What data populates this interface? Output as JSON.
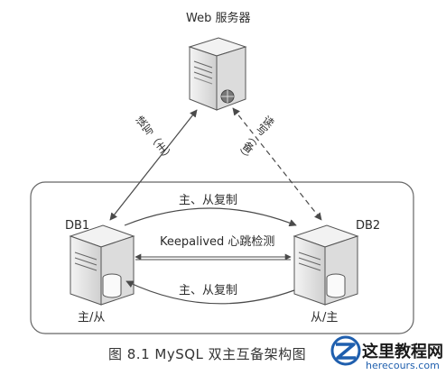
{
  "web_server": {
    "label": "Web 服务器"
  },
  "links": {
    "left_rw": "读写（主）",
    "right_rw": "读写（备）",
    "top_replication": "主、从复制",
    "bottom_replication": "主、从复制",
    "heartbeat": "Keepalived 心跳检测"
  },
  "db1": {
    "name": "DB1",
    "role": "主/从"
  },
  "db2": {
    "name": "DB2",
    "role": "从/主"
  },
  "caption": "图 8.1    MySQL 双主互备架构图",
  "watermark": {
    "title": "这里教程网",
    "url": "herecours.com"
  },
  "colors": {
    "line": "#4a4a4a",
    "server_fill": "#e8e8e8",
    "logo_blue": "#1f5fae"
  }
}
